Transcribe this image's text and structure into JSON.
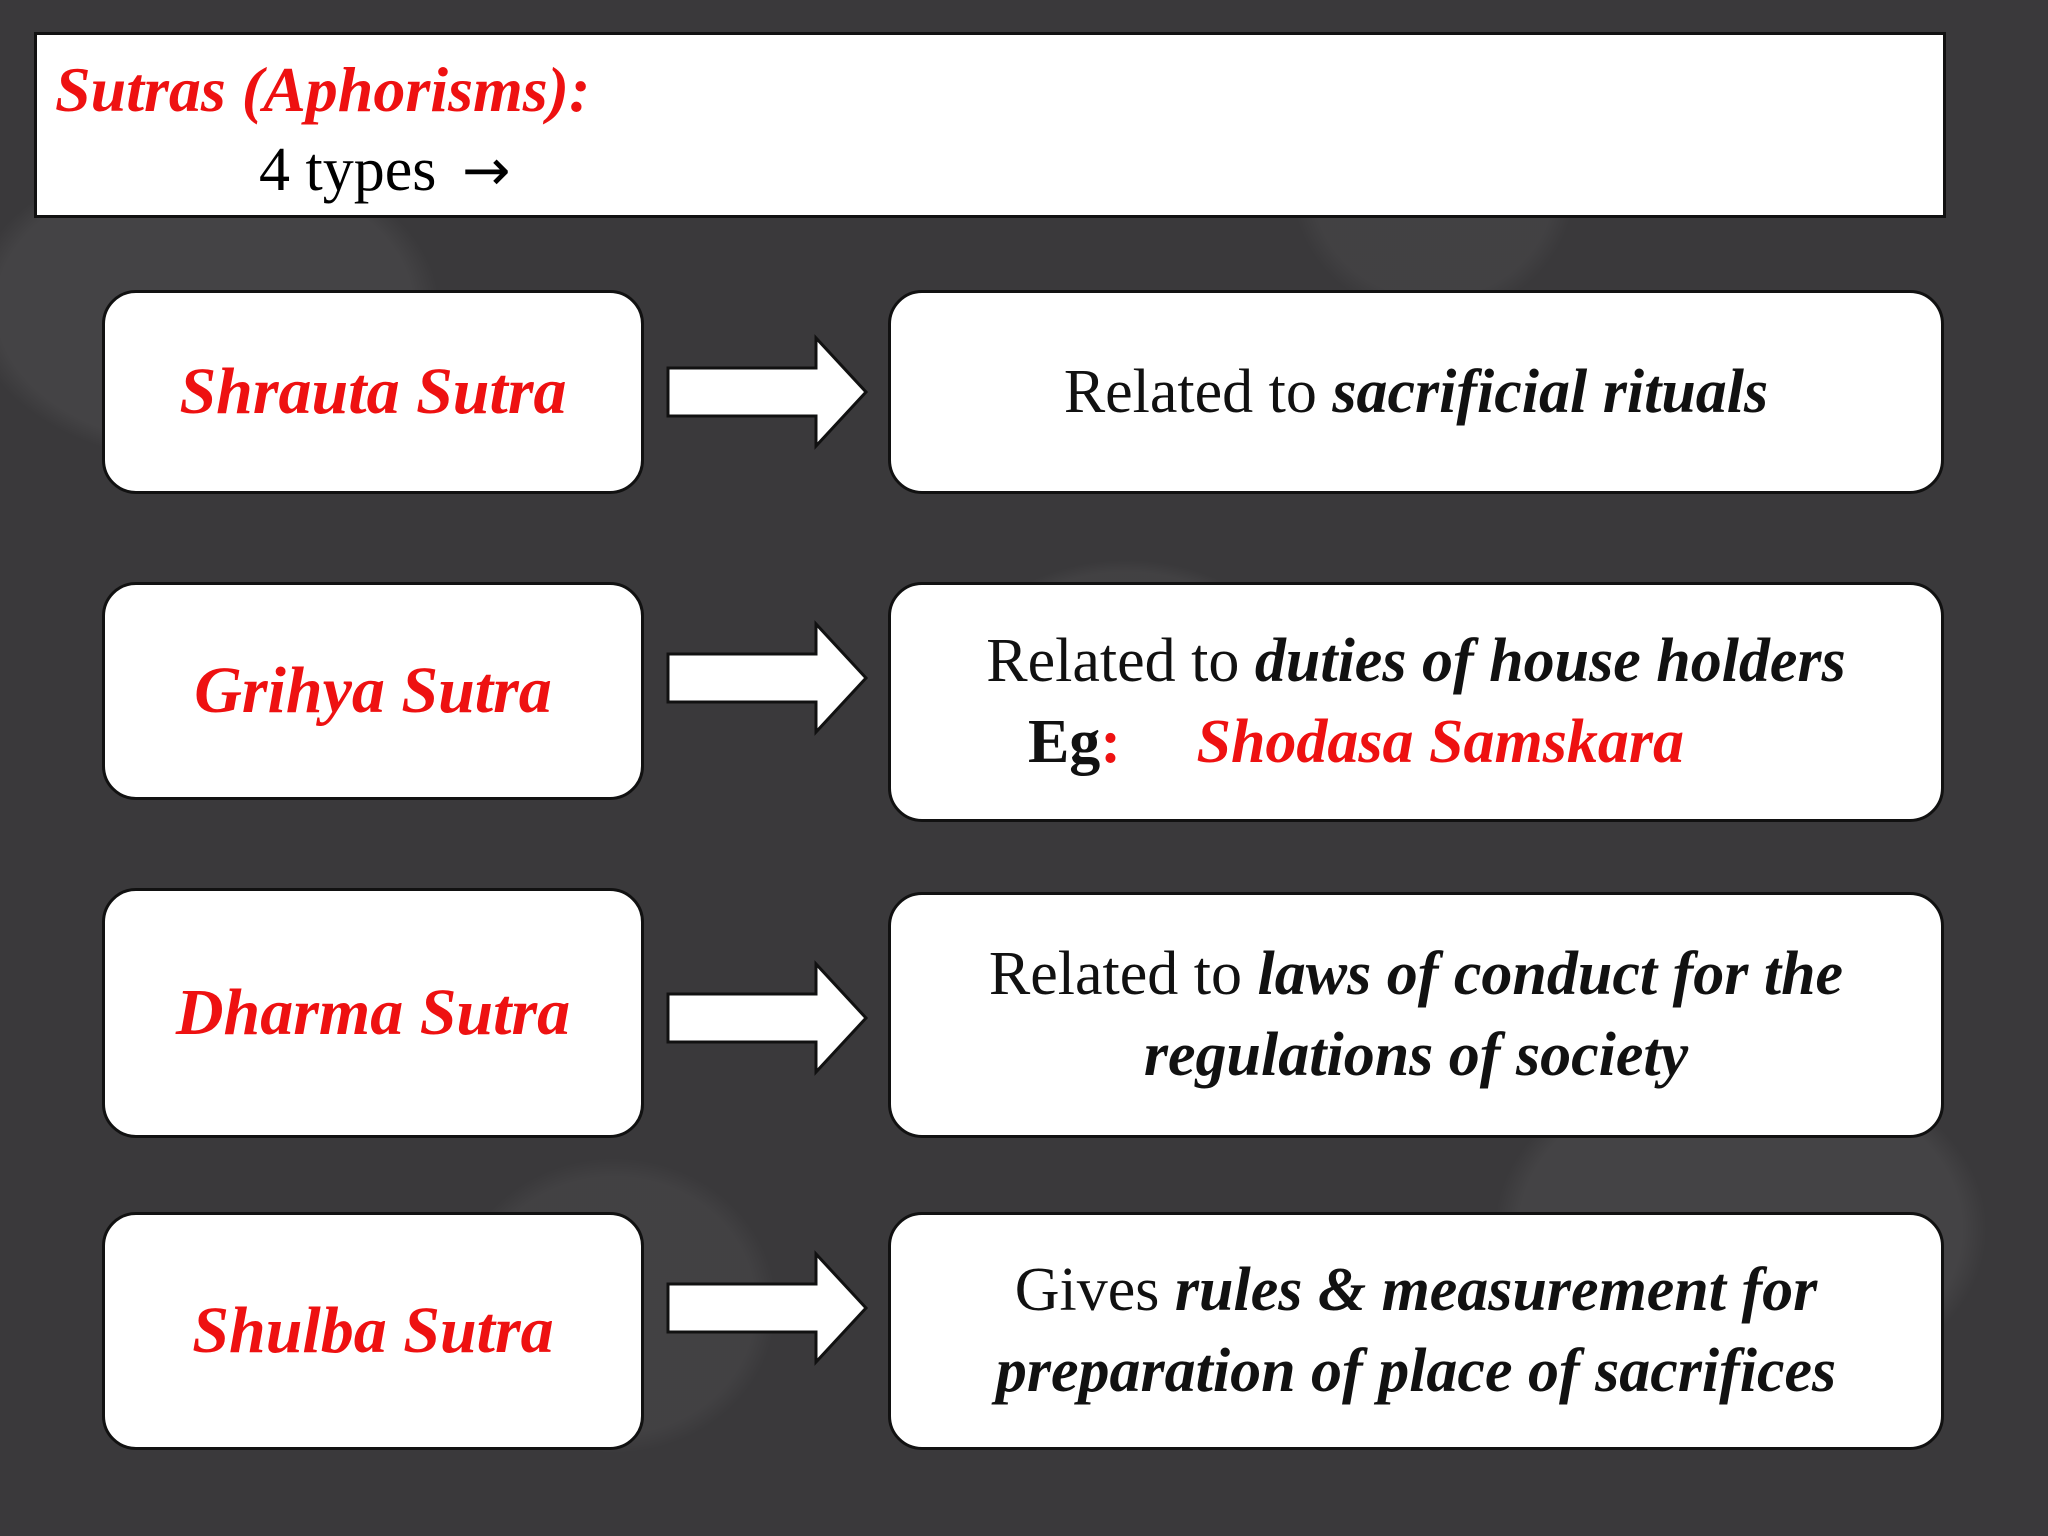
{
  "header": {
    "title": "Sutras (Aphorisms):",
    "subtitle": "4 types",
    "arrow_glyph": "→"
  },
  "rows": [
    {
      "name": "Shrauta Sutra",
      "desc_prefix": "Related to ",
      "desc_emphasis": "sacrificial rituals"
    },
    {
      "name": "Grihya Sutra",
      "desc_prefix": "Related to ",
      "desc_emphasis": "duties of house holders",
      "example_label": "Eg",
      "example_colon": ":",
      "example_value": "Shodasa Samskara"
    },
    {
      "name": "Dharma Sutra",
      "desc_prefix": "Related to ",
      "desc_emphasis": "laws of conduct for the",
      "desc_line2": "regulations  of society"
    },
    {
      "name": "Shulba Sutra",
      "desc_prefix": "Gives ",
      "desc_emphasis": "rules & measurement for",
      "desc_line2": "preparation of  place of sacrifices"
    }
  ],
  "colors": {
    "accent_red": "#ee1111",
    "background": "#3a393b",
    "box_fill": "#ffffff"
  }
}
